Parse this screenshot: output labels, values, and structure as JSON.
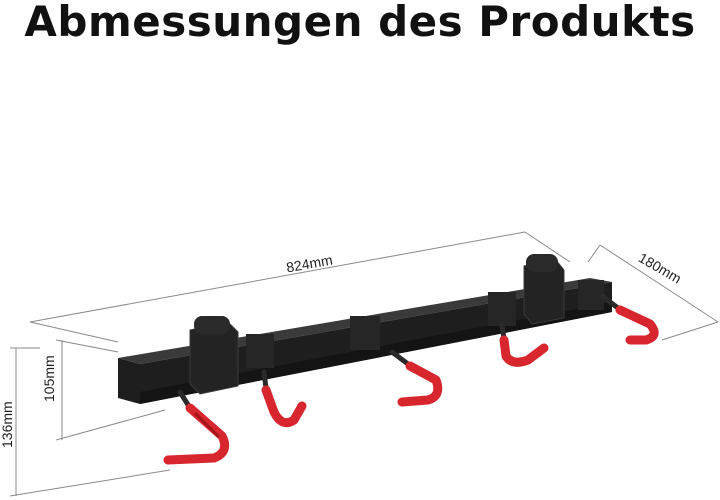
{
  "title": "Abmessungen des Produkts",
  "dimensions": {
    "length": "824mm",
    "depth": "180mm",
    "bar_height": "105mm",
    "total_height": "136mm"
  },
  "colors": {
    "bar": "#1e1e1e",
    "hook_coating": "#d8262e",
    "dimension_lines": "#8a8a8a"
  },
  "hook_count": 5
}
